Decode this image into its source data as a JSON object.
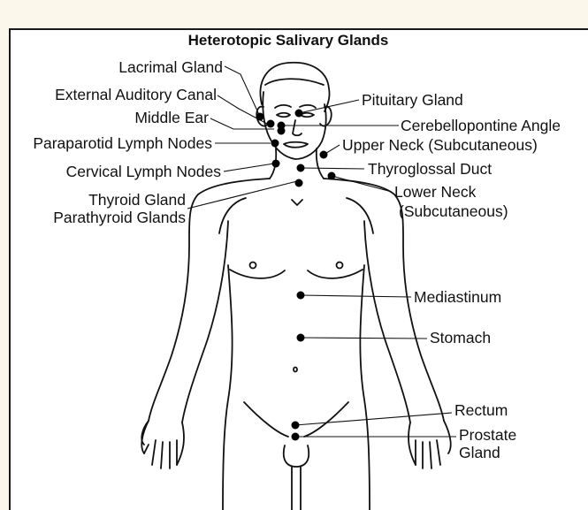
{
  "title": "Heterotopic Salivary Glands",
  "labels": {
    "lacrimal": "Lacrimal Gland",
    "external_auditory": "External Auditory Canal",
    "middle_ear": "Middle Ear",
    "paraparotid": "Paraparotid Lymph Nodes",
    "cervical": "Cervical Lymph Nodes",
    "thyroid": "Thyroid Gland",
    "parathyroid": "Parathyroid Glands",
    "pituitary": "Pituitary Gland",
    "cerebellopontine": "Cerebellopontine Angle",
    "upper_neck": "Upper Neck (Subcutaneous)",
    "thyroglossal": "Thyroglossal Duct",
    "lower_neck_1": "Lower Neck",
    "lower_neck_2": "(Subcutaneous)",
    "mediastinum": "Mediastinum",
    "stomach": "Stomach",
    "rectum": "Rectum",
    "prostate_1": "Prostate",
    "prostate_2": "Gland"
  },
  "colors": {
    "background": "#fbf7ea",
    "panel": "#ffffff",
    "ink": "#111111"
  }
}
